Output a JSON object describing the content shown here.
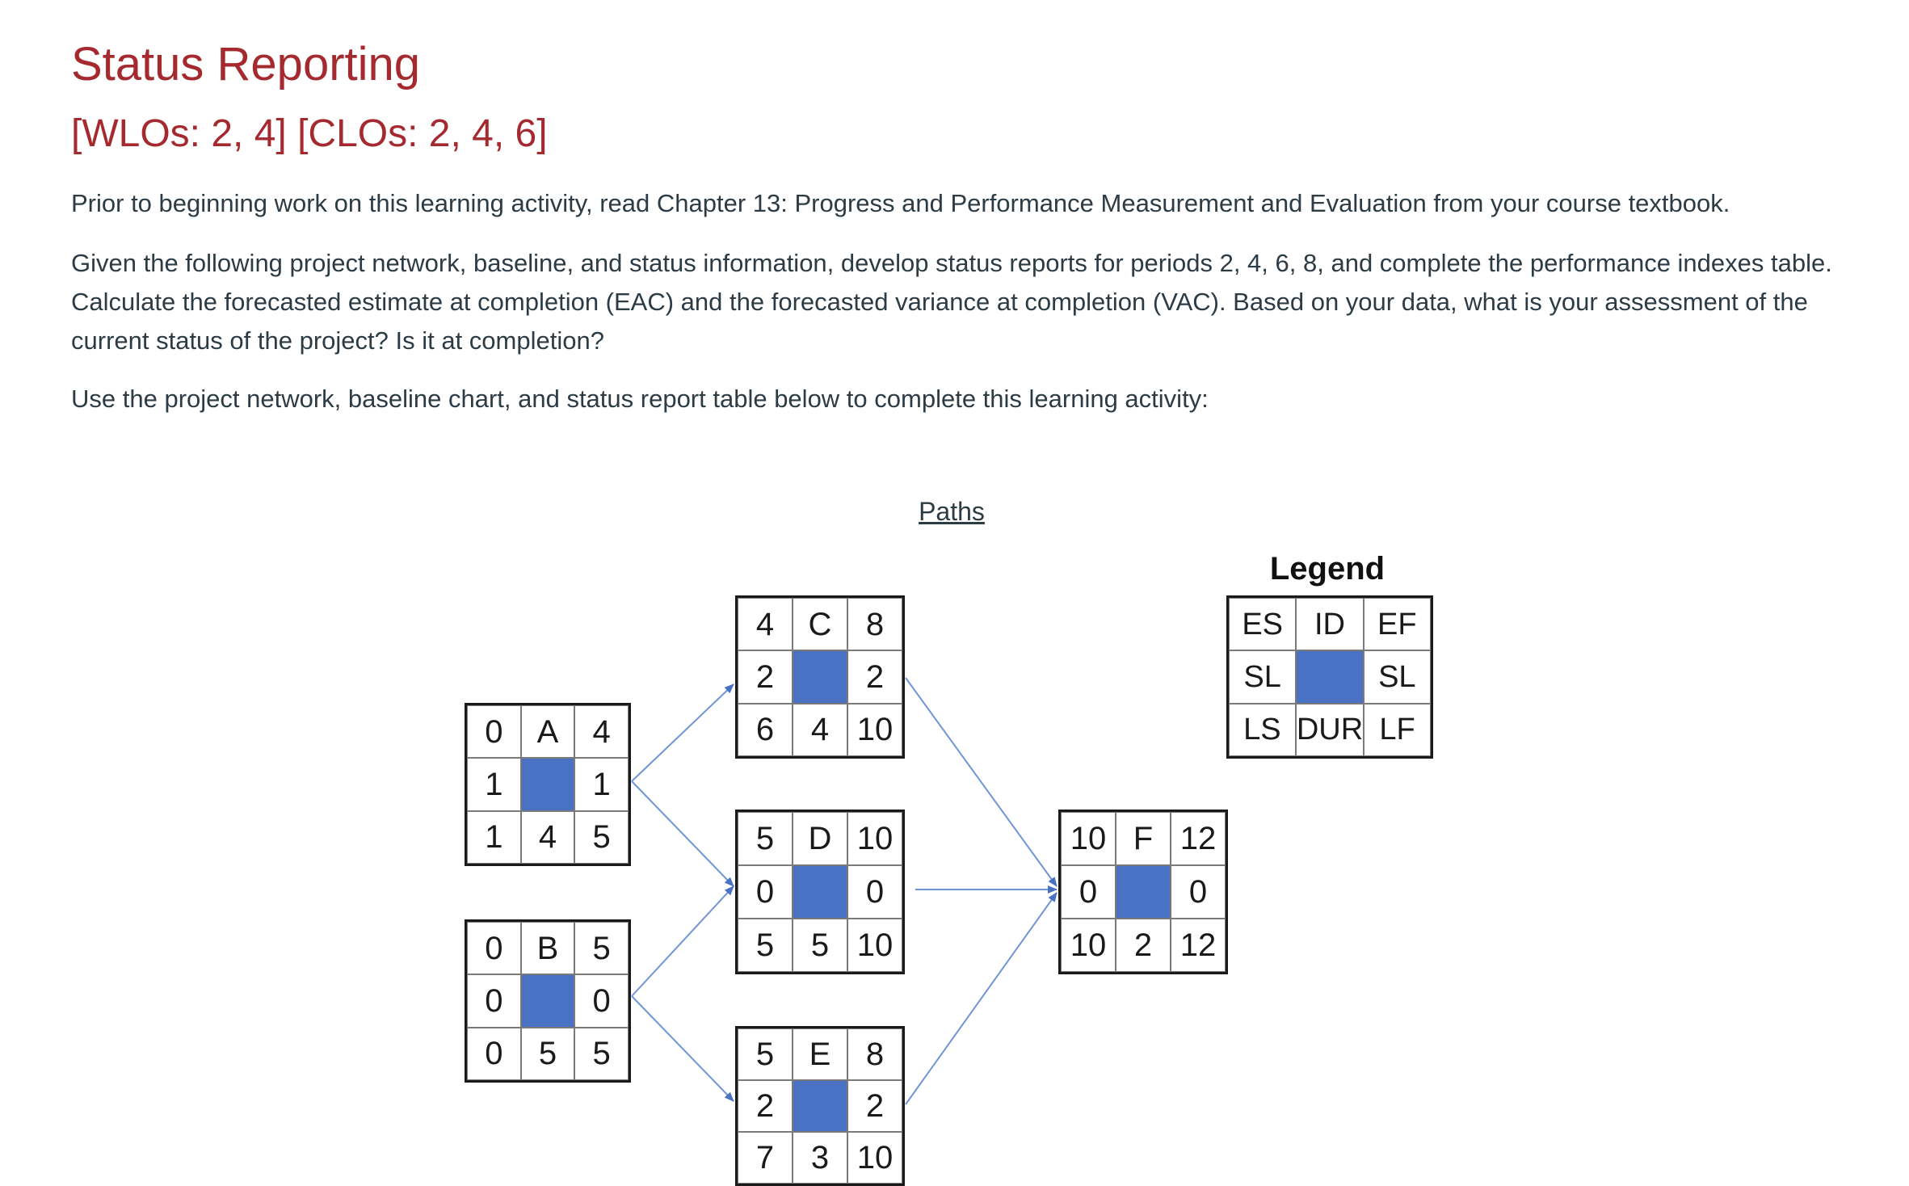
{
  "heading": {
    "title": "Status Reporting",
    "subtitle": "[WLOs: 2, 4] [CLOs: 2, 4, 6]"
  },
  "paragraphs": {
    "p1": "Prior to beginning work on this learning activity, read Chapter 13: Progress and Performance Measurement and Evaluation from your course textbook.",
    "p2": "Given the following project network, baseline, and status information, develop status reports for periods 2, 4, 6, 8, and complete the performance indexes table. Calculate the forecasted estimate at completion (EAC) and the forecasted variance at completion (VAC). Based on your data, what is your assessment of the current status of the project? Is it at completion?",
    "p3": "Use the project network, baseline chart, and status report table below to complete this learning activity:"
  },
  "diagram": {
    "paths_label": "Paths",
    "legend_title": "Legend",
    "line_color": "#6f95d6",
    "fill_color": "#4a72c4",
    "legend": {
      "tl": "ES",
      "tc": "ID",
      "tr": "EF",
      "ml": "SL",
      "mr": "SL",
      "bl": "LS",
      "bc": "DUR",
      "br": "LF"
    },
    "nodes": {
      "A": {
        "tl": "0",
        "tc": "A",
        "tr": "4",
        "ml": "1",
        "mr": "1",
        "bl": "1",
        "bc": "4",
        "br": "5"
      },
      "B": {
        "tl": "0",
        "tc": "B",
        "tr": "5",
        "ml": "0",
        "mr": "0",
        "bl": "0",
        "bc": "5",
        "br": "5"
      },
      "C": {
        "tl": "4",
        "tc": "C",
        "tr": "8",
        "ml": "2",
        "mr": "2",
        "bl": "6",
        "bc": "4",
        "br": "10"
      },
      "D": {
        "tl": "5",
        "tc": "D",
        "tr": "10",
        "ml": "0",
        "mr": "0",
        "bl": "5",
        "bc": "5",
        "br": "10"
      },
      "E": {
        "tl": "5",
        "tc": "E",
        "tr": "8",
        "ml": "2",
        "mr": "2",
        "bl": "7",
        "bc": "3",
        "br": "10"
      },
      "F": {
        "tl": "10",
        "tc": "F",
        "tr": "12",
        "ml": "0",
        "mr": "0",
        "bl": "10",
        "bc": "2",
        "br": "12"
      }
    }
  }
}
